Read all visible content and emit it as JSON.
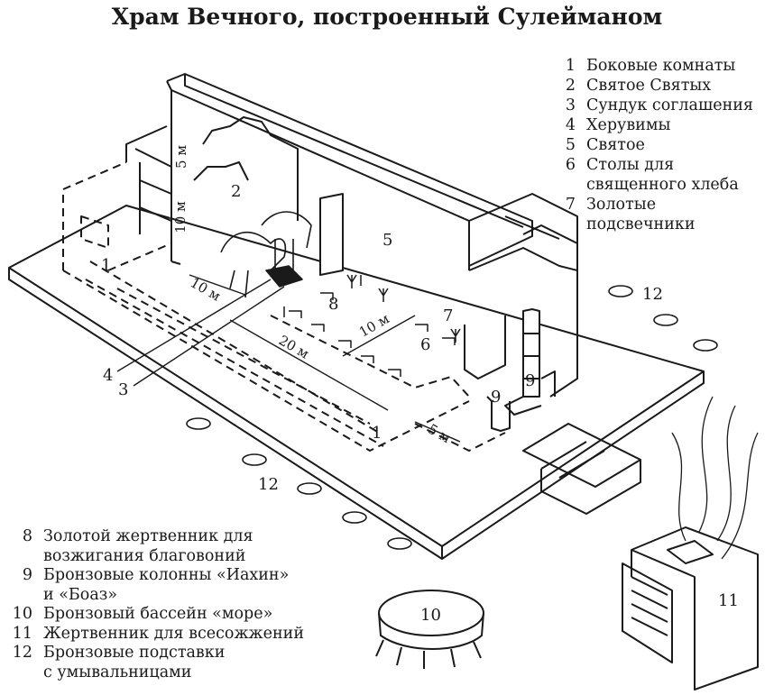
{
  "title": "Храм Вечного, построенный Сулейманом",
  "legend_right": [
    {
      "num": "1",
      "lines": [
        "Боковые комнаты"
      ]
    },
    {
      "num": "2",
      "lines": [
        "Святое Святых"
      ]
    },
    {
      "num": "3",
      "lines": [
        "Сундук соглашения"
      ]
    },
    {
      "num": "4",
      "lines": [
        "Херувимы"
      ]
    },
    {
      "num": "5",
      "lines": [
        "Святое"
      ]
    },
    {
      "num": "6",
      "lines": [
        "Столы для",
        "священного хлеба"
      ]
    },
    {
      "num": "7",
      "lines": [
        "Золотые",
        "подсвечники"
      ]
    }
  ],
  "legend_left": [
    {
      "num": "8",
      "lines": [
        "Золотой жертвенник для",
        "возжигания благовоний"
      ]
    },
    {
      "num": "9",
      "lines": [
        "Бронзовые колонны «Иахин»",
        "и «Боаз»"
      ]
    },
    {
      "num": "10",
      "lines": [
        "Бронзовый бассейн «море»"
      ]
    },
    {
      "num": "11",
      "lines": [
        "Жертвенник для всесожжений"
      ]
    },
    {
      "num": "12",
      "lines": [
        "Бронзовые подставки",
        "с умывальницами"
      ]
    }
  ],
  "diagram": {
    "dims": {
      "h5": "5 м",
      "h10": "10 м",
      "w10a": "10 м",
      "len20": "20 м",
      "w10b": "10 м",
      "porch5": "5 м"
    },
    "labels": {
      "n1a": "1",
      "n1b": "1",
      "n2": "2",
      "n3": "3",
      "n4": "4",
      "n5": "5",
      "n6": "6",
      "n7": "7",
      "n8": "8",
      "n9a": "9",
      "n9b": "9",
      "n10": "10",
      "n11": "11",
      "n12a": "12",
      "n12b": "12"
    }
  }
}
